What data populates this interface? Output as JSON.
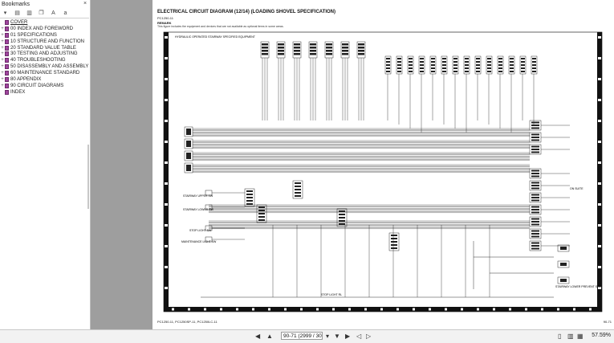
{
  "sidebar": {
    "title": "Bookmarks",
    "close": "×",
    "items": [
      {
        "label": "COVER",
        "expand": ""
      },
      {
        "label": "00 INDEX AND FOREWORD",
        "expand": "+"
      },
      {
        "label": "01 SPECIFICATIONS",
        "expand": "+"
      },
      {
        "label": "10 STRUCTURE AND FUNCTION",
        "expand": "+"
      },
      {
        "label": "20 STANDARD VALUE TABLE",
        "expand": "+"
      },
      {
        "label": "30 TESTING AND ADJUSTING",
        "expand": "+"
      },
      {
        "label": "40 TROUBLESHOOTING",
        "expand": "+"
      },
      {
        "label": "50 DISASSEMBLY AND ASSEMBLY",
        "expand": "+"
      },
      {
        "label": "60 MAINTENANCE STANDARD",
        "expand": "+"
      },
      {
        "label": "80 APPENDIX",
        "expand": "+"
      },
      {
        "label": "90 CIRCUIT DIAGRAMS",
        "expand": "+"
      },
      {
        "label": "INDEX",
        "expand": ""
      }
    ]
  },
  "document": {
    "title": "ELECTRICAL CIRCUIT DIAGRAM (12/14) (LOADING SHOVEL SPECIFICATION)",
    "model": "PC1250-11",
    "remark_title": "REMARK",
    "remark_text": "This figure includes the equipment and devices that are not available as optional items in some areas.",
    "footer_left": "PC1250-11, PC1250SP-11, PC1250LC-11",
    "footer_right": "90-71",
    "diagram_labels": {
      "block_a": "HYDRAULIC OPERATED STAIRWAY SPECIFIED EQUIPMENT",
      "upper_right": "ON SUITE",
      "stairway_upper": "STAIRWAY UPPER SW",
      "stairway_lower": "STAIRWAY LOWER SW",
      "stop_light": "STOP LIGHT SW",
      "maintenance": "MAINTENANCE LIGHT SW",
      "stairway_lower_prevent": "STAIRWAY LOWER PREVENT SOL",
      "stop_light_bottom": "STOP LIGHT RL"
    }
  },
  "statusbar": {
    "page_value": "90-71 (2999 / 30",
    "zoom": "57.59%",
    "first_icon": "◀",
    "prev_icon": "▲",
    "next_icon": "▼",
    "last_icon": "▶"
  }
}
